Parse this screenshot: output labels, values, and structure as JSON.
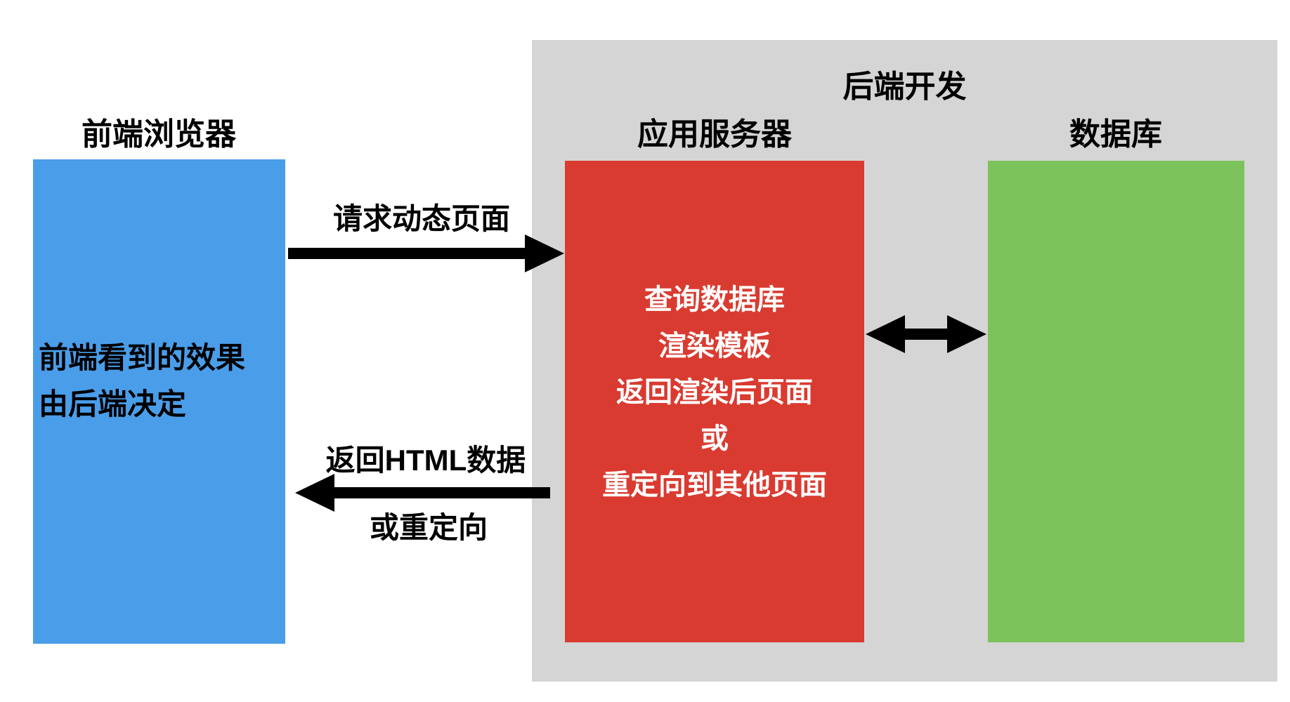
{
  "frontend": {
    "label": "前端浏览器",
    "note_lines": [
      "前端看到的效果",
      "由后端决定"
    ],
    "box_color": "#4A9DE9"
  },
  "backend": {
    "label": "后端开发",
    "region_color": "#D5D5D5",
    "app_server": {
      "label": "应用服务器",
      "box_color": "#D93B31",
      "text_color": "#FFFFFF",
      "lines": [
        "查询数据库",
        "渲染模板",
        "返回渲染后页面",
        "或",
        "重定向到其他页面"
      ]
    },
    "database": {
      "label": "数据库",
      "box_color": "#7CC35B"
    }
  },
  "arrows": {
    "color": "#000000",
    "request_label": "请求动态页面",
    "response_labels": [
      "返回HTML数据",
      "或重定向"
    ]
  }
}
